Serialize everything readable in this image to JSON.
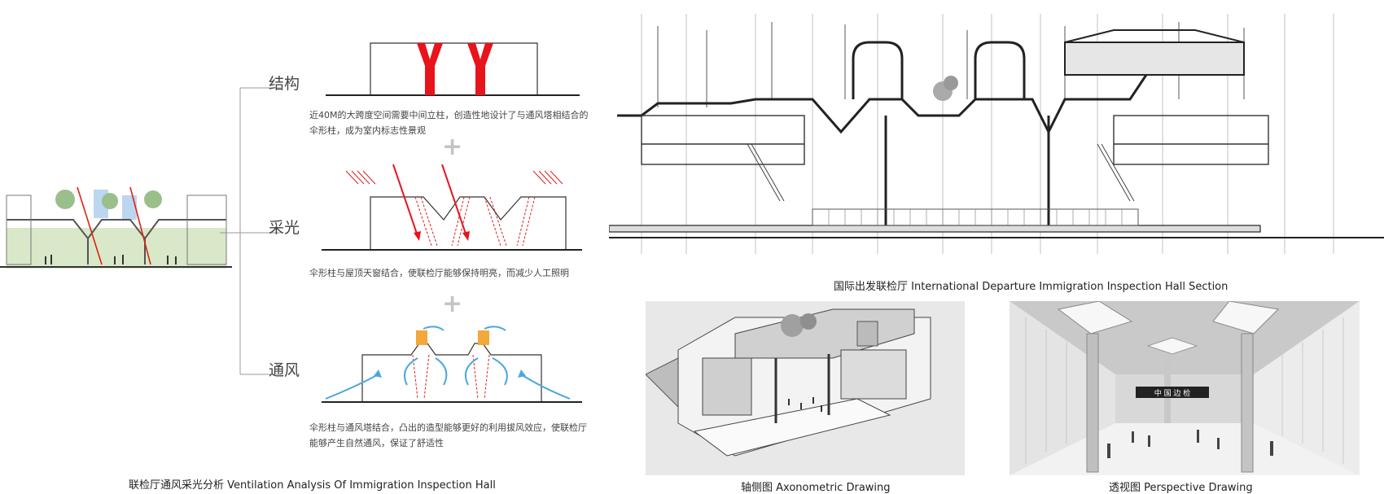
{
  "left_panel": {
    "categories": [
      {
        "label": "结构",
        "description": "近40M的大跨度空间需要中间立柱，创造性地设计了与通风塔相结合的伞形柱，成为室内标志性景观"
      },
      {
        "label": "采光",
        "description": "伞形柱与屋顶天窗结合，使联检厅能够保持明亮，而减少人工照明"
      },
      {
        "label": "通风",
        "description": "伞形柱与通风塔结合，凸出的造型能够更好的利用拔风效应，使联检厅能够产生自然通风，保证了舒适性"
      }
    ],
    "plus_sign": "+",
    "caption": "联检厅通风采光分析  Ventilation Analysis Of Immigration Inspection Hall"
  },
  "section_drawing": {
    "caption": "国际出发联检厅  International Departure Immigration Inspection Hall Section"
  },
  "axonometric": {
    "caption": "轴侧图  Axonometric Drawing"
  },
  "perspective": {
    "caption": "透视图  Perspective Drawing",
    "sign_text": "中 国 边 检"
  },
  "colors": {
    "structure_red": "#e8141c",
    "light_red": "#e02020",
    "air_blue": "#4aa8e0",
    "tower_orange": "#f2a83a",
    "section_green": "#cfe3bf"
  }
}
